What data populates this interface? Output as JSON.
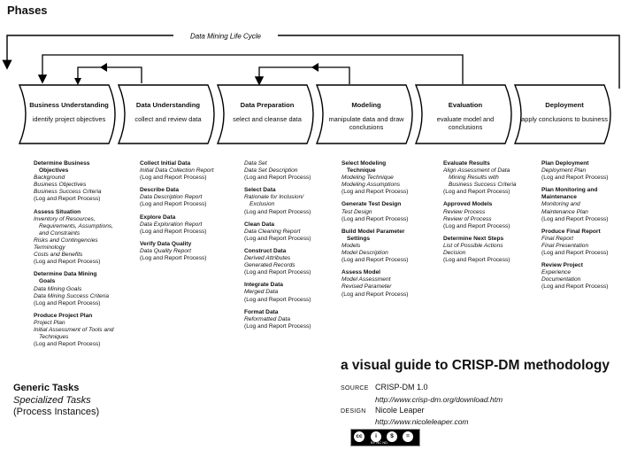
{
  "title": "Phases",
  "cycle_label": "Data Mining Life Cycle",
  "phases": [
    {
      "name": "Business Understanding",
      "desc": "identify project objectives"
    },
    {
      "name": "Data Understanding",
      "desc": "collect and review data"
    },
    {
      "name": "Data Preparation",
      "desc": "select and cleanse data"
    },
    {
      "name": "Modeling",
      "desc": "manipulate data and draw conclusions"
    },
    {
      "name": "Evaluation",
      "desc": "evaluate model and conclusions"
    },
    {
      "name": "Deployment",
      "desc": "apply conclusions to business"
    }
  ],
  "legend": {
    "generic": "Generic Tasks",
    "specialized": "Specialized Tasks",
    "instances": "(Process Instances)"
  },
  "guide_title": "a visual guide to CRISP-DM methodology",
  "credits": {
    "source_label": "SOURCE",
    "source_value": "CRISP-DM 1.0",
    "source_url": "http://www.crisp-dm.org/download.htm",
    "design_label": "DESIGN",
    "design_value": "Nicole Leaper",
    "design_url": "http://www.nicoleleaper.com"
  },
  "cc": {
    "c1": "cc",
    "c2": "i",
    "c3": "$",
    "c4": "=",
    "labels": "BY   NC   ND"
  },
  "columns": [
    [
      [
        {
          "t": "g",
          "v": "Determine Business"
        },
        {
          "t": "g ind",
          "v": "Objectives"
        },
        {
          "t": "s",
          "v": "Background"
        },
        {
          "t": "s",
          "v": "Business Objectives"
        },
        {
          "t": "s",
          "v": "Business Success Criteria"
        },
        {
          "t": "p",
          "v": "(Log and Report Process)"
        }
      ],
      [
        {
          "t": "g",
          "v": "Assess Situation"
        },
        {
          "t": "s",
          "v": "Inventory of Resources,"
        },
        {
          "t": "s ind",
          "v": "Requirements, Assumptions,"
        },
        {
          "t": "s ind",
          "v": "and Constraints"
        },
        {
          "t": "s",
          "v": "Risks and Contingencies"
        },
        {
          "t": "s",
          "v": "Terminology"
        },
        {
          "t": "s",
          "v": "Costs and Benefits"
        },
        {
          "t": "p",
          "v": "(Log and Report Process)"
        }
      ],
      [
        {
          "t": "g",
          "v": "Determine Data Mining"
        },
        {
          "t": "g ind",
          "v": "Goals"
        },
        {
          "t": "s",
          "v": "Data Mining Goals"
        },
        {
          "t": "s",
          "v": "Data Mining Success Criteria"
        },
        {
          "t": "p",
          "v": "(Log and Report Process)"
        }
      ],
      [
        {
          "t": "g",
          "v": "Produce Project Plan"
        },
        {
          "t": "s",
          "v": "Project Plan"
        },
        {
          "t": "s",
          "v": "Initial Assessment of Tools and"
        },
        {
          "t": "s ind",
          "v": "Techniques"
        },
        {
          "t": "p",
          "v": "(Log and Report Process)"
        }
      ]
    ],
    [
      [
        {
          "t": "g",
          "v": "Collect Initial Data"
        },
        {
          "t": "s",
          "v": "Initial Data Collection Report"
        },
        {
          "t": "p",
          "v": "(Log and Report Process)"
        }
      ],
      [
        {
          "t": "g",
          "v": "Describe Data"
        },
        {
          "t": "s",
          "v": "Data Description Report"
        },
        {
          "t": "p",
          "v": "(Log and Report Process)"
        }
      ],
      [
        {
          "t": "g",
          "v": "Explore Data"
        },
        {
          "t": "s",
          "v": "Data Exploration Report"
        },
        {
          "t": "p",
          "v": "(Log and Report Process)"
        }
      ],
      [
        {
          "t": "g",
          "v": "Verify Data Quality"
        },
        {
          "t": "s",
          "v": "Data Quality Report"
        },
        {
          "t": "p",
          "v": "(Log and Report Process)"
        }
      ]
    ],
    [
      [
        {
          "t": "s",
          "v": "Data Set"
        },
        {
          "t": "s",
          "v": "Data Set Description"
        },
        {
          "t": "p",
          "v": "(Log and Report Process)"
        }
      ],
      [
        {
          "t": "g",
          "v": "Select Data"
        },
        {
          "t": "s",
          "v": "Rationale for Inclusion/"
        },
        {
          "t": "s ind",
          "v": "Exclusion"
        },
        {
          "t": "p",
          "v": "(Log and Report Process)"
        }
      ],
      [
        {
          "t": "g",
          "v": "Clean Data"
        },
        {
          "t": "s",
          "v": "Data Cleaning Report"
        },
        {
          "t": "p",
          "v": "(Log and Report Process)"
        }
      ],
      [
        {
          "t": "g",
          "v": "Construct Data"
        },
        {
          "t": "s",
          "v": "Derived Attributes"
        },
        {
          "t": "s",
          "v": "Generated Records"
        },
        {
          "t": "p",
          "v": "(Log and Report Process)"
        }
      ],
      [
        {
          "t": "g",
          "v": "Integrate Data"
        },
        {
          "t": "s",
          "v": "Merged Data"
        },
        {
          "t": "p",
          "v": "(Log and Report Process)"
        }
      ],
      [
        {
          "t": "g",
          "v": "Format Data"
        },
        {
          "t": "s",
          "v": "Reformatted Data"
        },
        {
          "t": "p",
          "v": "(Log and Report Process)"
        }
      ]
    ],
    [
      [
        {
          "t": "g",
          "v": "Select Modeling"
        },
        {
          "t": "g ind",
          "v": "Technique"
        },
        {
          "t": "s",
          "v": "Modeling Technique"
        },
        {
          "t": "s",
          "v": "Modeling Assumptions"
        },
        {
          "t": "p",
          "v": "(Log and Report Process)"
        }
      ],
      [
        {
          "t": "g",
          "v": "Generate Test Design"
        },
        {
          "t": "s",
          "v": "Test Design"
        },
        {
          "t": "p",
          "v": "(Log and Report Process)"
        }
      ],
      [
        {
          "t": "g",
          "v": "Build Model Parameter"
        },
        {
          "t": "g ind",
          "v": "Settings"
        },
        {
          "t": "s",
          "v": "Models"
        },
        {
          "t": "s",
          "v": "Model Description"
        },
        {
          "t": "p",
          "v": "(Log and Report Process)"
        }
      ],
      [
        {
          "t": "g",
          "v": "Assess Model"
        },
        {
          "t": "s",
          "v": "Model Assessment"
        },
        {
          "t": "s",
          "v": "Revised Parameter"
        },
        {
          "t": "p",
          "v": "(Log and Report Process)"
        }
      ]
    ],
    [
      [
        {
          "t": "g",
          "v": "Evaluate Results"
        },
        {
          "t": "s",
          "v": "Align Assessment of Data"
        },
        {
          "t": "s ind",
          "v": "Mining Results with"
        },
        {
          "t": "s ind",
          "v": "Business Success Criteria"
        },
        {
          "t": "p",
          "v": "(Log and Report Process)"
        }
      ],
      [
        {
          "t": "g",
          "v": "Approved Models"
        },
        {
          "t": "s",
          "v": "Review Process"
        },
        {
          "t": "s",
          "v": "Review of Process"
        },
        {
          "t": "p",
          "v": "(Log and Report Process)"
        }
      ],
      [
        {
          "t": "g",
          "v": "Determine Next Steps"
        },
        {
          "t": "s",
          "v": "List of Possible Actions"
        },
        {
          "t": "s",
          "v": "Decision"
        },
        {
          "t": "p",
          "v": "(Log and Report Process)"
        }
      ]
    ],
    [
      [
        {
          "t": "g",
          "v": "Plan Deployment"
        },
        {
          "t": "s",
          "v": "Deployment Plan"
        },
        {
          "t": "p",
          "v": "(Log and Report Process)"
        }
      ],
      [
        {
          "t": "g",
          "v": "Plan Monitoring and"
        },
        {
          "t": "g",
          "v": "Maintenance"
        },
        {
          "t": "s",
          "v": "Monitoring and"
        },
        {
          "t": "s",
          "v": "Maintenance Plan"
        },
        {
          "t": "p",
          "v": "(Log and Report Process)"
        }
      ],
      [
        {
          "t": "g",
          "v": "Produce Final Report"
        },
        {
          "t": "s",
          "v": "Final Report"
        },
        {
          "t": "s",
          "v": "Final Presentation"
        },
        {
          "t": "p",
          "v": "(Log and Report Process)"
        }
      ],
      [
        {
          "t": "g",
          "v": "Review Project"
        },
        {
          "t": "s",
          "v": "Experience"
        },
        {
          "t": "s",
          "v": "Documentation"
        },
        {
          "t": "p",
          "v": "(Log and Report Process)"
        }
      ]
    ]
  ]
}
